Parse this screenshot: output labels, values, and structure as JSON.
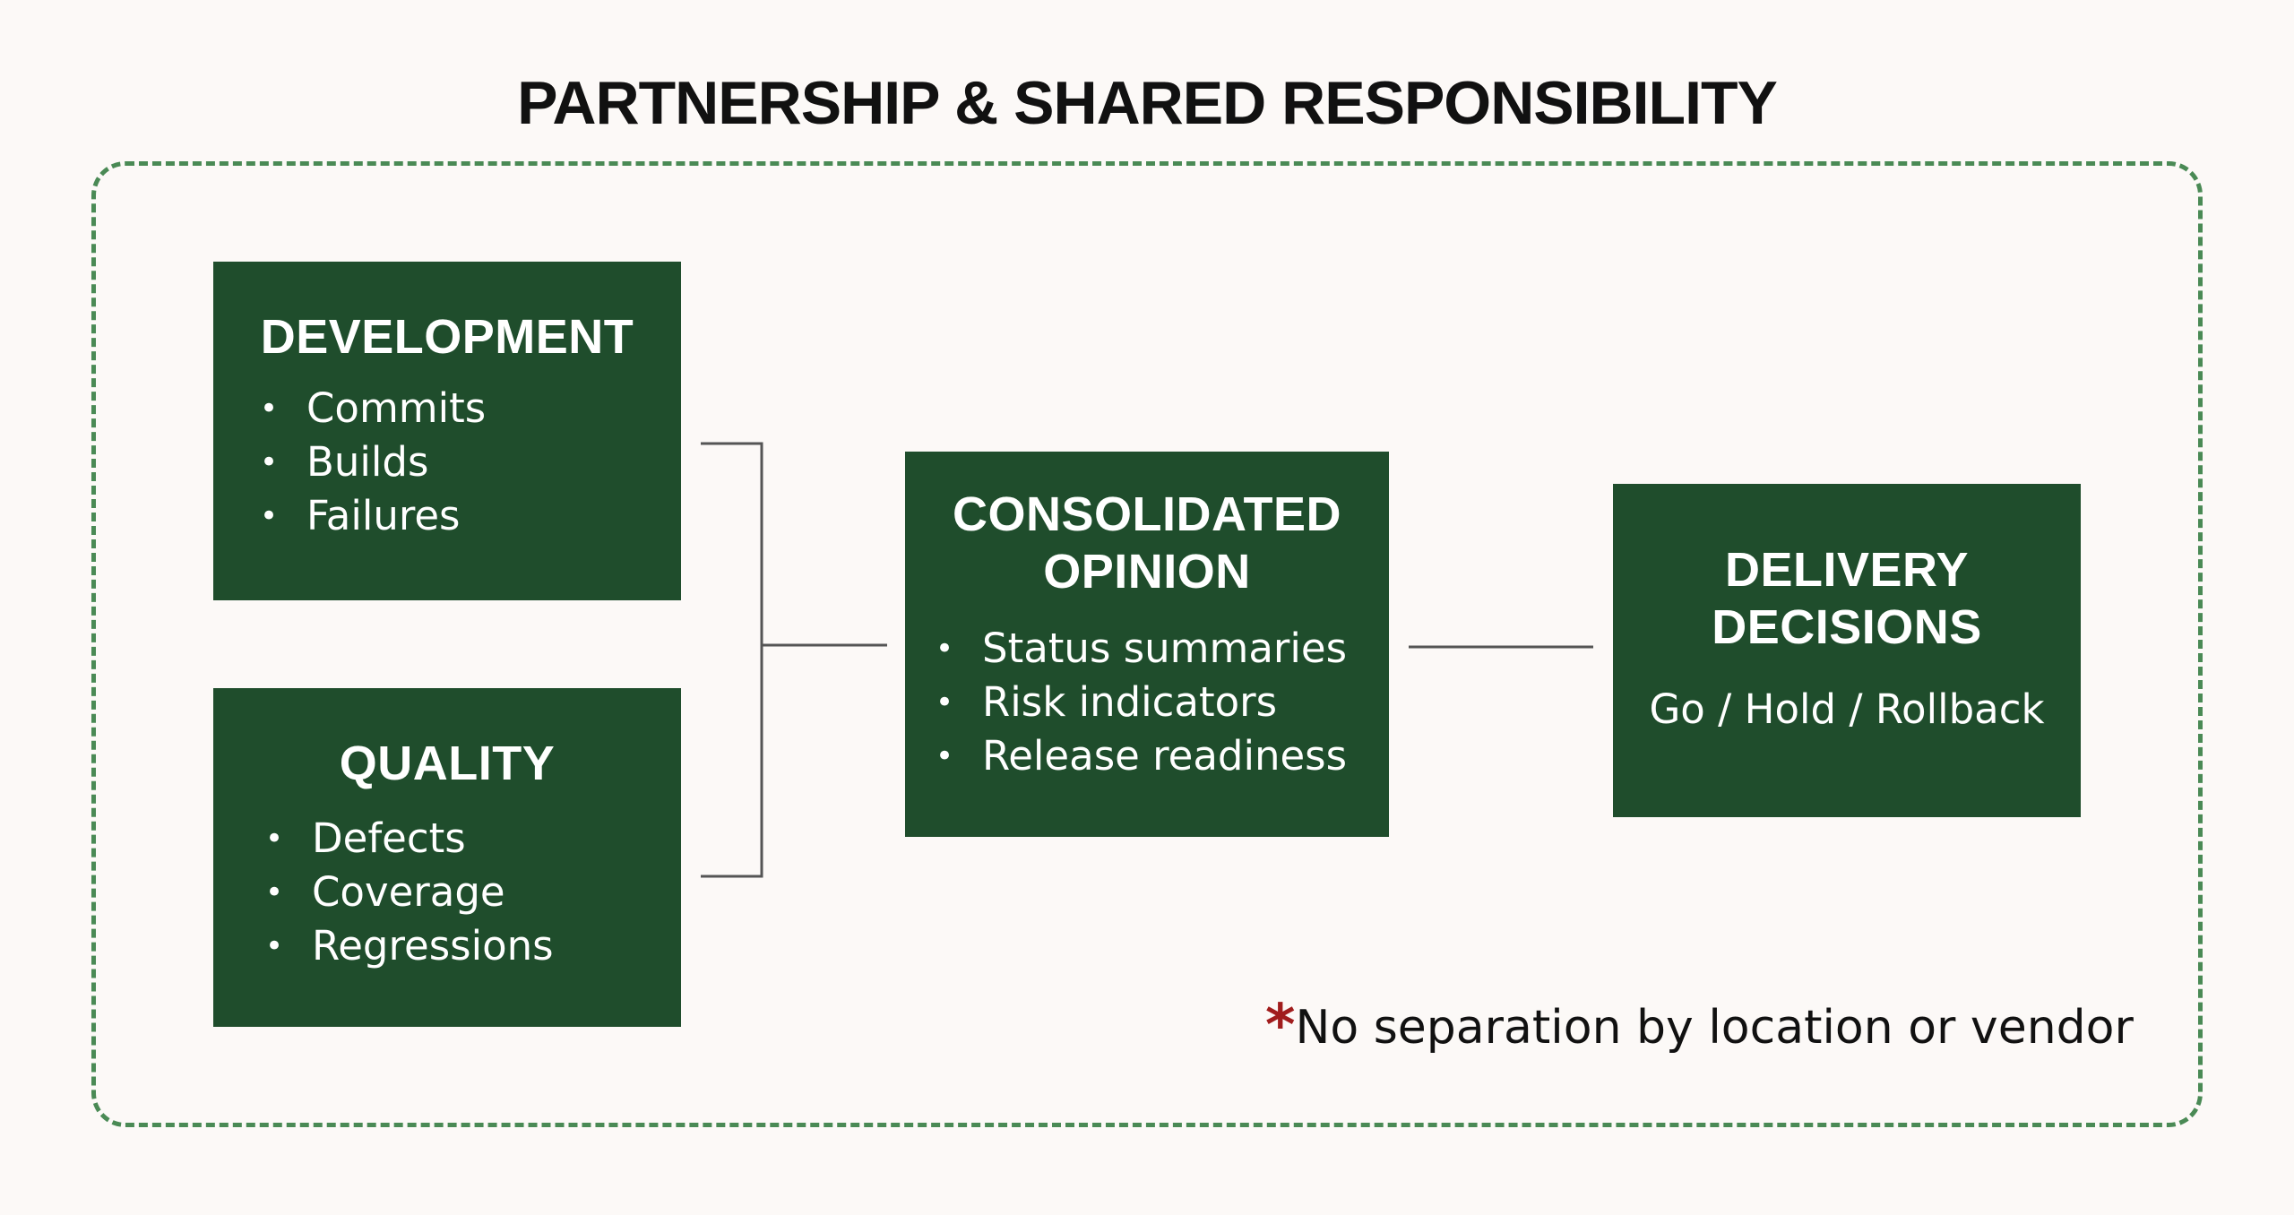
{
  "title": "PARTNERSHIP & SHARED RESPONSIBILITY",
  "colors": {
    "background": "#fcf9f7",
    "box_fill": "#1f4d2c",
    "box_text": "#ffffff",
    "frame_dash": "#4a8a55",
    "connector": "#555555",
    "asterisk": "#a11d1d"
  },
  "development": {
    "heading": "DEVELOPMENT",
    "items": [
      "Commits",
      "Builds",
      "Failures"
    ]
  },
  "quality": {
    "heading": "QUALITY",
    "items": [
      "Defects",
      "Coverage",
      "Regressions"
    ]
  },
  "consolidated": {
    "heading_line1": "CONSOLIDATED",
    "heading_line2": "OPINION",
    "items": [
      "Status summaries",
      "Risk indicators",
      "Release readiness"
    ]
  },
  "delivery": {
    "heading_line1": "DELIVERY",
    "heading_line2": "DECISIONS",
    "subtitle": "Go / Hold / Rollback"
  },
  "footnote": {
    "marker": "*",
    "text": "No separation by location or vendor"
  }
}
